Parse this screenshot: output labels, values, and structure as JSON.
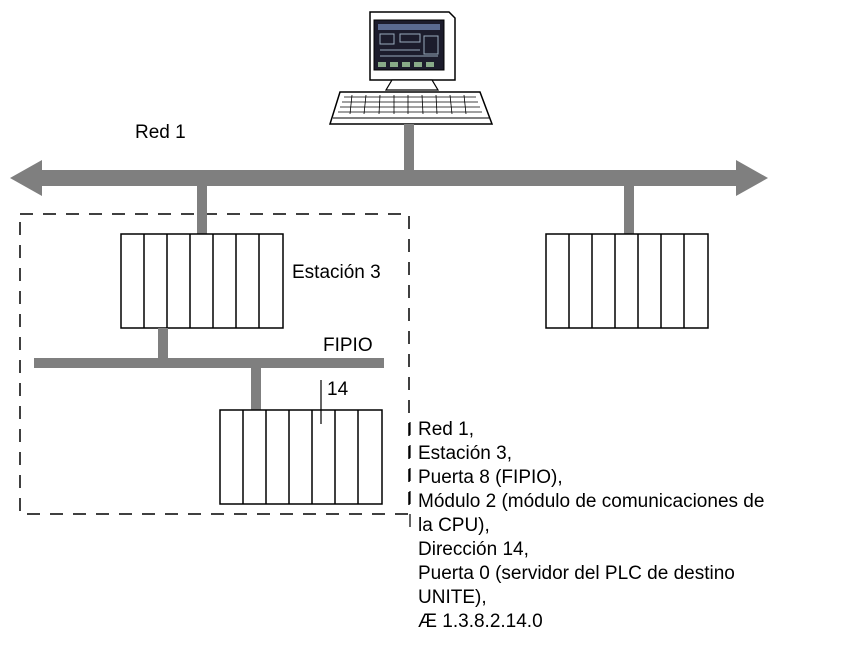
{
  "network_label": "Red 1",
  "station_label": "Estación 3",
  "bus_label": "FIPIO",
  "device_address_label": "14",
  "address_lines": [
    "Red 1,",
    "Estación 3,",
    "Puerta 8 (FIPIO),",
    "Módulo 2 (módulo de comunicaciones de",
    "la CPU),",
    "Dirección 14,",
    "Puerta 0 (servidor del PLC de destino",
    "UNITE),",
    "Æ 1.3.8.2.14.0"
  ]
}
